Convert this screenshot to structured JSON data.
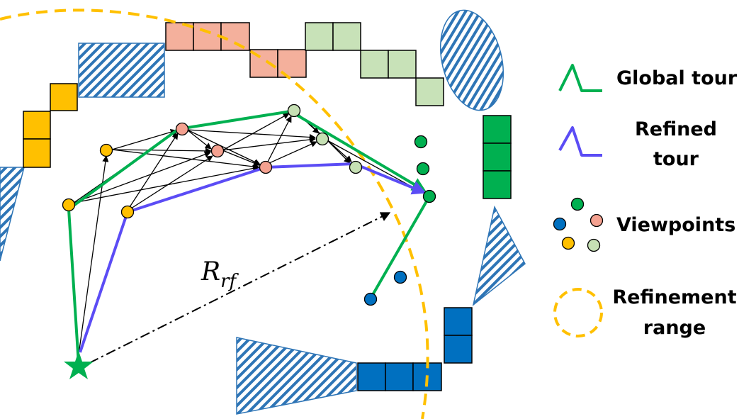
{
  "colors": {
    "global_tour": "#00b050",
    "refined_tour": "#5b4cf5",
    "refinement_range": "#ffc000",
    "viewpoint_green": "#00b050",
    "viewpoint_pink": "#f4a190",
    "viewpoint_yellow": "#ffc000",
    "viewpoint_lightgreen": "#c6e0b4",
    "viewpoint_blue": "#0070c0",
    "cell_yellow": "#ffc000",
    "cell_pink": "#f4b09c",
    "cell_lightgreen": "#c8e2b8",
    "cell_green": "#00b050",
    "cell_blue": "#0070c0",
    "obstacle_hatch": "#2e75b6"
  },
  "icons": {
    "start": "star-icon",
    "global_tour": "global-tour-line-icon",
    "refined_tour": "refined-tour-line-icon",
    "viewpoints": "viewpoint-dots-icon",
    "refinement_range": "dashed-circle-icon"
  },
  "diagram": {
    "radius_label": {
      "base": "R",
      "subscript": "rf"
    }
  },
  "legend": {
    "global_tour": "Global tour",
    "refined_tour_line1": "Refined",
    "refined_tour_line2": "tour",
    "viewpoints": "Viewpoints",
    "refinement_range_line1": "Refinement",
    "refinement_range_line2": "range"
  }
}
